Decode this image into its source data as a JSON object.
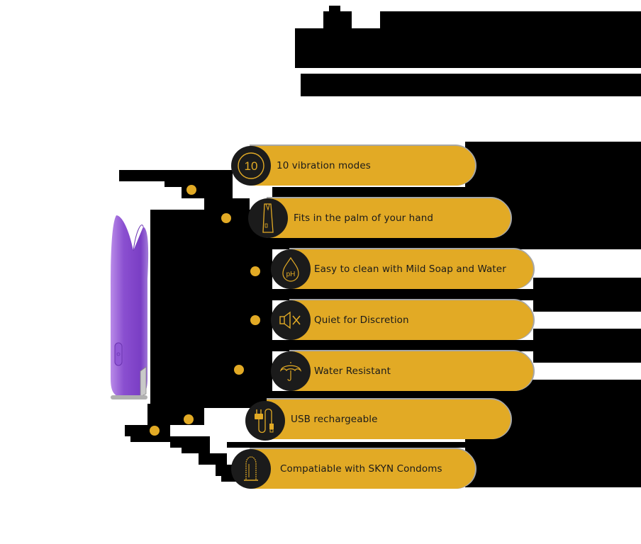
{
  "colors": {
    "accent": "#e2aa25",
    "icon_bg": "#1b1b1b",
    "text": "#1a1a1a",
    "product": "#8a4fd0"
  },
  "product": {
    "name": "purple-vibrator-image"
  },
  "features": [
    {
      "icon": "number-10-icon",
      "label": "10 vibration modes",
      "badge": "10"
    },
    {
      "icon": "hand-size-device-icon",
      "label": "Fits in the palm of your hand"
    },
    {
      "icon": "ph-droplet-icon",
      "label": "Easy to clean with Mild Soap and Water",
      "badge": "pH"
    },
    {
      "icon": "speaker-mute-icon",
      "label": "Quiet for Discretion"
    },
    {
      "icon": "umbrella-icon",
      "label": "Water Resistant"
    },
    {
      "icon": "usb-plug-cable-icon",
      "label": "USB rechargeable"
    },
    {
      "icon": "condom-icon",
      "label": "Compatiable with SKYN Condoms"
    }
  ]
}
